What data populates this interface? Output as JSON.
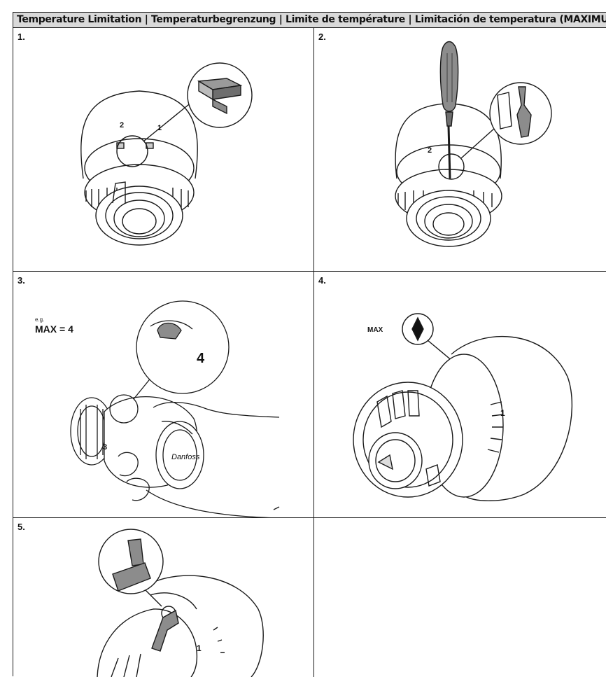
{
  "header": {
    "title": "Temperature Limitation | Temperaturbegrenzung | Limite de température | Limitación de temperatura (MAXIMUM)"
  },
  "steps": [
    {
      "number": "1."
    },
    {
      "number": "2."
    },
    {
      "number": "3.",
      "example_prefix": "e.g.",
      "example_value": "MAX = 4",
      "dial_digit": "4",
      "scale_digit": "3",
      "brand_script": "Danfoss"
    },
    {
      "number": "4.",
      "max_label": "MAX",
      "marker_digit": "1"
    },
    {
      "number": "5."
    }
  ],
  "dial": {
    "scale_marks": [
      "2",
      "1"
    ]
  },
  "icons": [
    "thermostat-head-drawing",
    "limit-clip-icon",
    "screwdriver-icon",
    "hand-drawing",
    "diamond-icon",
    "pliers-icon",
    "magnifier-circle-icon"
  ],
  "colors": {
    "line": "#1a1a1a",
    "tool_gray": "#8c8c8c",
    "header_bg": "#d9d9d9"
  }
}
